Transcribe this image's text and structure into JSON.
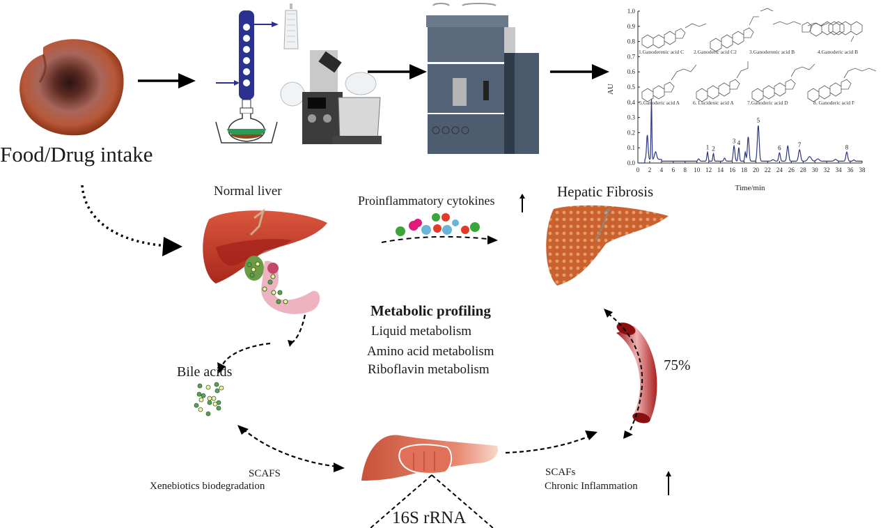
{
  "workflow": {
    "intake_label": "Food/Drug intake",
    "steps": [
      "ganoderma-mushroom",
      "reflux-extraction",
      "rotary-evaporator",
      "uplc-system",
      "chromatogram"
    ]
  },
  "liver": {
    "normal_label": "Normal liver",
    "fibrosis_label": "Hepatic Fibrosis",
    "cytokines_label": "Proinflammatory cytokines",
    "cytokine_colors": [
      "#3aa53a",
      "#e0197d",
      "#6ab4d8",
      "#e23b2a"
    ]
  },
  "metabolic": {
    "title": "Metabolic profiling",
    "items": [
      "Liquid metabolism",
      "Amino acid metabolism",
      "Riboflavin metabolism"
    ]
  },
  "bile": {
    "label": "Bile acids",
    "colors": [
      "#5aa05a",
      "#f3f0a8"
    ]
  },
  "gut": {
    "left_lines": [
      "SCAFS",
      "Xenebiotics biodegradation"
    ],
    "right_lines": [
      "SCAFs",
      "Chronic Inflammation"
    ],
    "rrna_label": "16S rRNA",
    "vessel_percent": "75%"
  },
  "compounds": [
    "1.Ganoderenic acid C",
    "2.Ganoderic acid C2",
    "3.Ganoderenic acid B",
    "4.Ganoderic acid B",
    "5.Ganoderic acid A",
    "6. Lucidenic acid A",
    "7.Ganoderic acid D",
    "8. Ganoderic acid F"
  ],
  "chart_data": {
    "type": "line",
    "title": "",
    "xlabel": "Time/min",
    "ylabel": "AU",
    "xlim": [
      0,
      38
    ],
    "ylim": [
      0.0,
      1.0
    ],
    "xticks": [
      0,
      2,
      4,
      6,
      8,
      10,
      12,
      14,
      16,
      18,
      20,
      22,
      24,
      26,
      28,
      30,
      32,
      34,
      36,
      38
    ],
    "yticks": [
      "0.0",
      "0.1",
      "0.2",
      "0.3",
      "0.4",
      "0.5",
      "0.6",
      "0.7",
      "0.8",
      "0.9",
      "1.0"
    ],
    "grid": false,
    "line_color": "#2b3580",
    "peaks": [
      {
        "t": 1.6,
        "h": 0.16,
        "w": 0.18,
        "label": ""
      },
      {
        "t": 2.3,
        "h": 0.4,
        "w": 0.1,
        "label": ""
      },
      {
        "t": 3.0,
        "h": 0.05,
        "w": 0.25,
        "label": ""
      },
      {
        "t": 10.3,
        "h": 0.015,
        "w": 0.2,
        "label": ""
      },
      {
        "t": 11.8,
        "h": 0.06,
        "w": 0.15,
        "label": "1"
      },
      {
        "t": 12.8,
        "h": 0.05,
        "w": 0.14,
        "label": "2"
      },
      {
        "t": 14.7,
        "h": 0.02,
        "w": 0.2,
        "label": ""
      },
      {
        "t": 16.3,
        "h": 0.1,
        "w": 0.2,
        "label": "3"
      },
      {
        "t": 17.1,
        "h": 0.09,
        "w": 0.16,
        "label": "4"
      },
      {
        "t": 18.2,
        "h": 0.06,
        "w": 0.14,
        "label": ""
      },
      {
        "t": 18.7,
        "h": 0.16,
        "w": 0.2,
        "label": ""
      },
      {
        "t": 20.4,
        "h": 0.235,
        "w": 0.22,
        "label": "5"
      },
      {
        "t": 22.9,
        "h": 0.01,
        "w": 0.3,
        "label": ""
      },
      {
        "t": 24.0,
        "h": 0.055,
        "w": 0.2,
        "label": "6"
      },
      {
        "t": 25.4,
        "h": 0.1,
        "w": 0.22,
        "label": ""
      },
      {
        "t": 27.4,
        "h": 0.075,
        "w": 0.25,
        "label": "7"
      },
      {
        "t": 29.1,
        "h": 0.03,
        "w": 0.4,
        "label": ""
      },
      {
        "t": 30.5,
        "h": 0.015,
        "w": 0.35,
        "label": ""
      },
      {
        "t": 33.5,
        "h": 0.012,
        "w": 0.3,
        "label": ""
      },
      {
        "t": 35.4,
        "h": 0.06,
        "w": 0.22,
        "label": "8"
      },
      {
        "t": 36.6,
        "h": 0.008,
        "w": 0.2,
        "label": ""
      }
    ],
    "baseline": 0.012
  }
}
